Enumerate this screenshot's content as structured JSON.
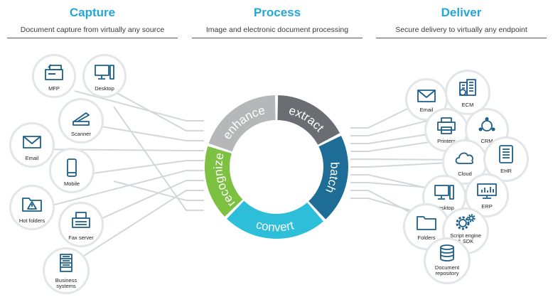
{
  "columns": {
    "capture": {
      "title": "Capture",
      "subtitle": "Document capture from virtually any source"
    },
    "process": {
      "title": "Process",
      "subtitle": "Image and electronic document processing"
    },
    "deliver": {
      "title": "Deliver",
      "subtitle": "Secure delivery to virtually any endpoint"
    }
  },
  "ring_segments": [
    "enhance",
    "extract",
    "batch",
    "convert",
    "recognize"
  ],
  "colors": {
    "heading": "#22a8d8",
    "icon": "#1d5f8a",
    "enhance": "#b5b7b9",
    "extract": "#6a6e72",
    "batch": "#1d6d96",
    "convert": "#2dbfd9",
    "recognize": "#7dc142"
  },
  "sources": [
    {
      "label": "MFP",
      "icon": "mfp-icon"
    },
    {
      "label": "Desktop",
      "icon": "desktop-icon"
    },
    {
      "label": "Scanner",
      "icon": "scanner-icon"
    },
    {
      "label": "Email",
      "icon": "email-icon"
    },
    {
      "label": "Mobile",
      "icon": "mobile-icon"
    },
    {
      "label": "Hot folders",
      "icon": "hot-folder-icon"
    },
    {
      "label": "Fax server",
      "icon": "fax-icon"
    },
    {
      "label": "Business systems",
      "icon": "server-icon"
    }
  ],
  "destinations": [
    {
      "label": "Email",
      "icon": "email-icon"
    },
    {
      "label": "ECM",
      "icon": "ecm-icon"
    },
    {
      "label": "Printers",
      "icon": "printer-icon"
    },
    {
      "label": "CRM",
      "icon": "crm-icon"
    },
    {
      "label": "Cloud",
      "icon": "cloud-icon"
    },
    {
      "label": "EHR",
      "icon": "tablet-icon"
    },
    {
      "label": "Desktop",
      "icon": "desktop-icon"
    },
    {
      "label": "ERP",
      "icon": "chart-icon"
    },
    {
      "label": "Folders",
      "icon": "folder-icon"
    },
    {
      "label": "Script engine & SDK",
      "icon": "gears-icon"
    },
    {
      "label": "Document repository",
      "icon": "database-icon"
    }
  ]
}
